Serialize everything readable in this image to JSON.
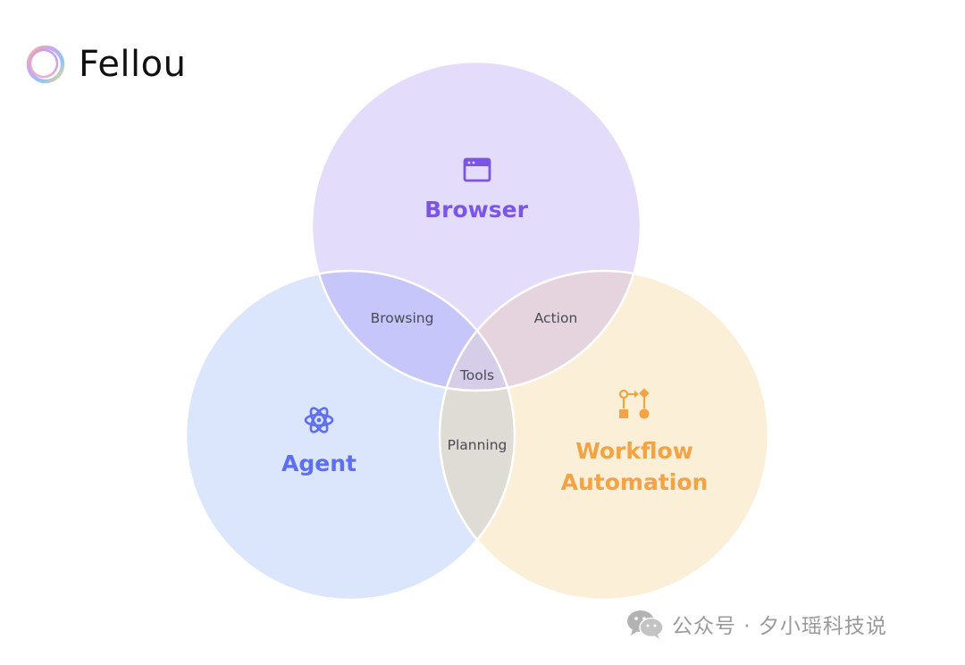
{
  "brand": {
    "name": "Fellou",
    "logo_icon": "ring-logo-icon"
  },
  "venn": {
    "sets": [
      {
        "id": "browser",
        "label": "Browser",
        "icon": "browser-window-icon",
        "fill": "#e3dcfb",
        "text_color": "#7b55e6"
      },
      {
        "id": "agent",
        "label": "Agent",
        "icon": "atom-icon",
        "fill": "#dbe6fc",
        "text_color": "#5d6ff0"
      },
      {
        "id": "workflow",
        "label_lines": [
          "Workflow",
          "Automation"
        ],
        "icon": "workflow-icon",
        "fill": "#fbefd8",
        "text_color": "#f3a343"
      }
    ],
    "intersections": {
      "browser_agent": "Browsing",
      "browser_workflow": "Action",
      "agent_workflow": "Planning",
      "all": "Tools"
    },
    "colors": {
      "browser_agent": "#c7c6fa",
      "browser_workflow": "#e5d4de",
      "agent_workflow": "#dfdcd6",
      "all": "#d6cde9",
      "outline": "#ffffff"
    }
  },
  "watermark": {
    "text": "公众号 · 夕小瑶科技说",
    "icon": "wechat-icon"
  }
}
